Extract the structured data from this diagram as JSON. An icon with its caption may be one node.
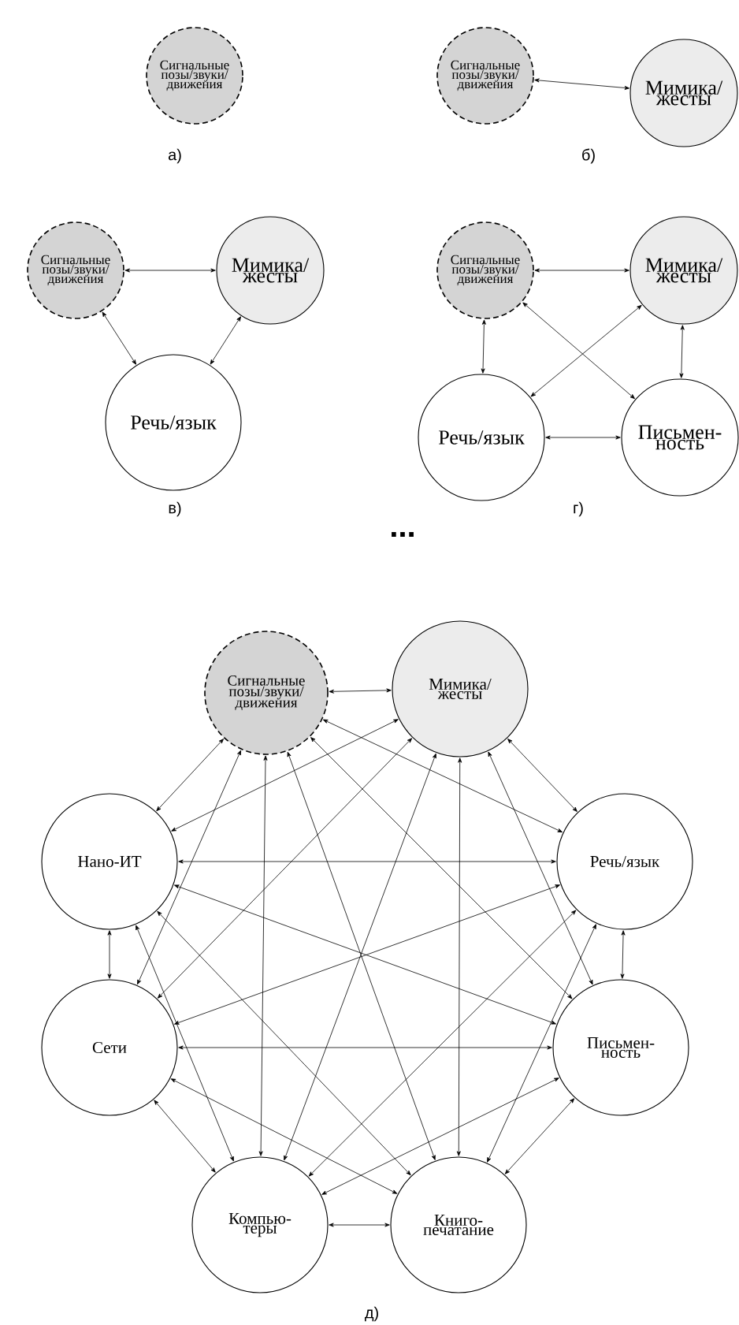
{
  "diagram": {
    "nodes": [
      {
        "text": [
          "Сигнальные позы/звуки/ движения"
        ]
      },
      {
        "text": [
          "Сигнальные позы/звуки/ движения"
        ]
      },
      {
        "text": [
          "Мимика/ жесты"
        ]
      },
      {
        "text": [
          "Сигнальные позы/звуки/ движения"
        ]
      },
      {
        "text": [
          "Мимика/ жесты"
        ]
      },
      {
        "text": [
          "Речь/язык"
        ]
      },
      {
        "text": [
          "Сигнальные позы/звуки/ движения"
        ]
      },
      {
        "text": [
          "Мимика/ жесты"
        ]
      },
      {
        "text": [
          "Речь/язык"
        ]
      },
      {
        "text": [
          "Письмен- ность"
        ]
      },
      {
        "text": [
          "Сигнальные позы/звуки/ движения"
        ]
      },
      {
        "text": [
          "Мимика/ жесты"
        ]
      },
      {
        "text": [
          "Нано-ИТ"
        ]
      },
      {
        "text": [
          "Речь/язык"
        ]
      },
      {
        "text": [
          "Сети"
        ]
      },
      {
        "text": [
          "Письмен- ность"
        ]
      },
      {
        "text": [
          "Компью- теры"
        ]
      },
      {
        "text": [
          "Книго- печатание"
        ]
      }
    ],
    "edges": [
      {
        "from": 1,
        "to": 2,
        "arrow": "both"
      },
      {
        "from": 3,
        "to": 4,
        "arrow": "both"
      },
      {
        "from": 3,
        "to": 5,
        "arrow": "both"
      },
      {
        "from": 4,
        "to": 5,
        "arrow": "both"
      },
      {
        "from": 6,
        "to": 7,
        "arrow": "both"
      },
      {
        "from": 6,
        "to": 8,
        "arrow": "both"
      },
      {
        "from": 6,
        "to": 9,
        "arrow": "both"
      },
      {
        "from": 7,
        "to": 8,
        "arrow": "both"
      },
      {
        "from": 7,
        "to": 9,
        "arrow": "both"
      },
      {
        "from": 8,
        "to": 9,
        "arrow": "both"
      },
      {
        "from": 10,
        "to": 11,
        "arrow": "both"
      },
      {
        "from": 10,
        "to": 12,
        "arrow": "both"
      },
      {
        "from": 10,
        "to": 13,
        "arrow": "both"
      },
      {
        "from": 10,
        "to": 14,
        "arrow": "both"
      },
      {
        "from": 10,
        "to": 15,
        "arrow": "both"
      },
      {
        "from": 10,
        "to": 16,
        "arrow": "both"
      },
      {
        "from": 10,
        "to": 17,
        "arrow": "both"
      },
      {
        "from": 11,
        "to": 12,
        "arrow": "both"
      },
      {
        "from": 11,
        "to": 13,
        "arrow": "both"
      },
      {
        "from": 11,
        "to": 14,
        "arrow": "both"
      },
      {
        "from": 11,
        "to": 15,
        "arrow": "both"
      },
      {
        "from": 11,
        "to": 16,
        "arrow": "both"
      },
      {
        "from": 11,
        "to": 17,
        "arrow": "both"
      },
      {
        "from": 12,
        "to": 13,
        "arrow": "both"
      },
      {
        "from": 12,
        "to": 14,
        "arrow": "both"
      },
      {
        "from": 12,
        "to": 15,
        "arrow": "both"
      },
      {
        "from": 12,
        "to": 16,
        "arrow": "both"
      },
      {
        "from": 12,
        "to": 17,
        "arrow": "both"
      },
      {
        "from": 13,
        "to": 14,
        "arrow": "both"
      },
      {
        "from": 13,
        "to": 15,
        "arrow": "both"
      },
      {
        "from": 13,
        "to": 16,
        "arrow": "both"
      },
      {
        "from": 13,
        "to": 17,
        "arrow": "both"
      },
      {
        "from": 14,
        "to": 15,
        "arrow": "both"
      },
      {
        "from": 14,
        "to": 16,
        "arrow": "both"
      },
      {
        "from": 14,
        "to": 17,
        "arrow": "both"
      },
      {
        "from": 15,
        "to": 16,
        "arrow": "both"
      },
      {
        "from": 15,
        "to": 17,
        "arrow": "both"
      },
      {
        "from": 16,
        "to": 17,
        "arrow": "both"
      }
    ],
    "labels": [
      "а)",
      "б)",
      "в)",
      "г)",
      "...",
      "д)"
    ]
  }
}
